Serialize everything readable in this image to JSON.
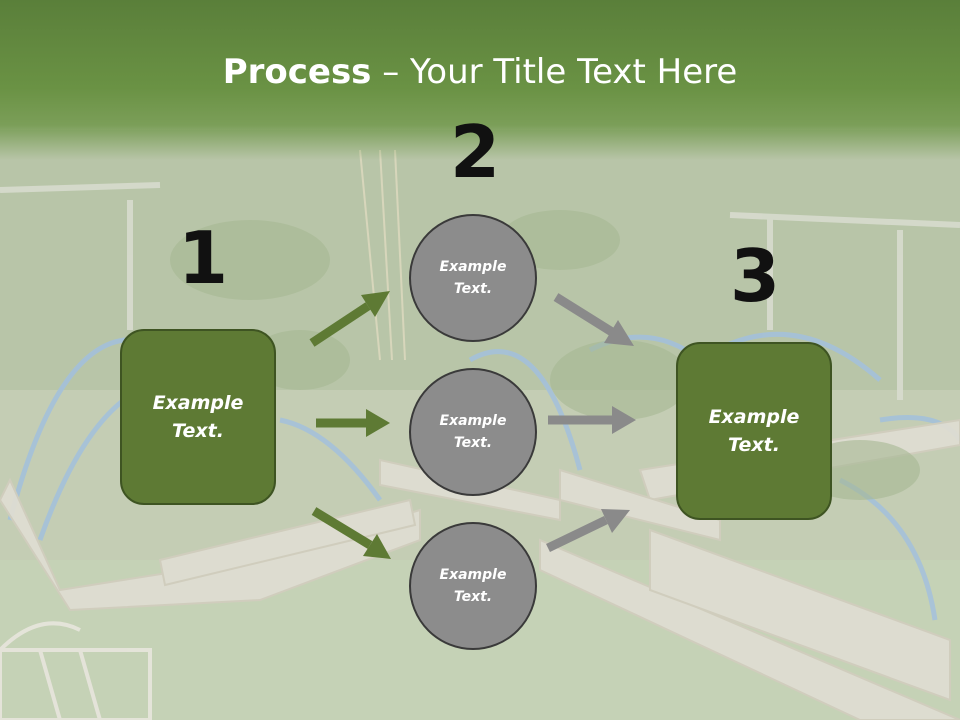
{
  "title": {
    "bold": "Process",
    "rest": " – Your Title Text Here"
  },
  "numbers": [
    "1",
    "2",
    "3"
  ],
  "left_box": {
    "line1": "Example",
    "line2": "Text."
  },
  "circles": [
    {
      "line1": "Example",
      "line2": "Text."
    },
    {
      "line1": "Example",
      "line2": "Text."
    },
    {
      "line1": "Example",
      "line2": "Text."
    }
  ],
  "right_box": {
    "line1": "Example",
    "line2": "Text."
  },
  "colors": {
    "green_box": "#5e7a34",
    "gray_circle": "#8c8c8c",
    "green_arrow": "#5e7a34",
    "gray_arrow": "#8a8a8a"
  }
}
